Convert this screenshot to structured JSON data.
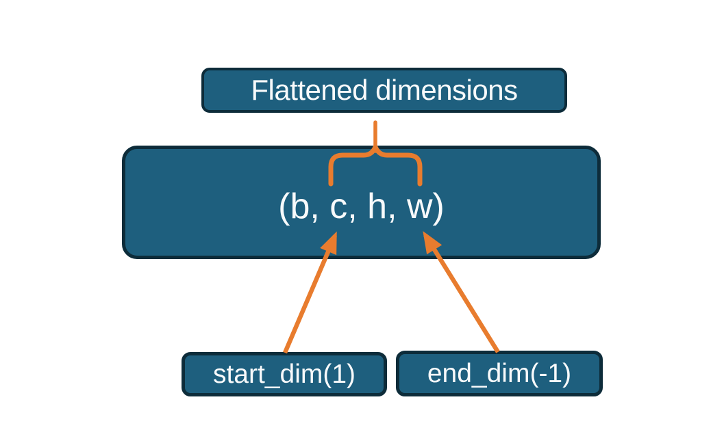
{
  "colors": {
    "background": "#ffffff",
    "box_fill": "#1e5f7e",
    "box_border": "#0d2c3a",
    "arrow": "#e87c2e",
    "text": "#f8fafb"
  },
  "boxes": {
    "flattened": {
      "label": "Flattened dimensions"
    },
    "tensor": {
      "label": "(b, c, h, w)"
    },
    "start": {
      "label": "start_dim(1)"
    },
    "end": {
      "label": "end_dim(-1)"
    }
  },
  "connectors": {
    "brace": {
      "name": "curly-brace",
      "from": "flattened-dimensions-box",
      "spans": "c, h, w"
    },
    "arrows": [
      {
        "name": "start-dim-arrow",
        "from": "start-dim-box",
        "points_to": "c"
      },
      {
        "name": "end-dim-arrow",
        "from": "end-dim-box",
        "points_to": "w"
      }
    ]
  }
}
